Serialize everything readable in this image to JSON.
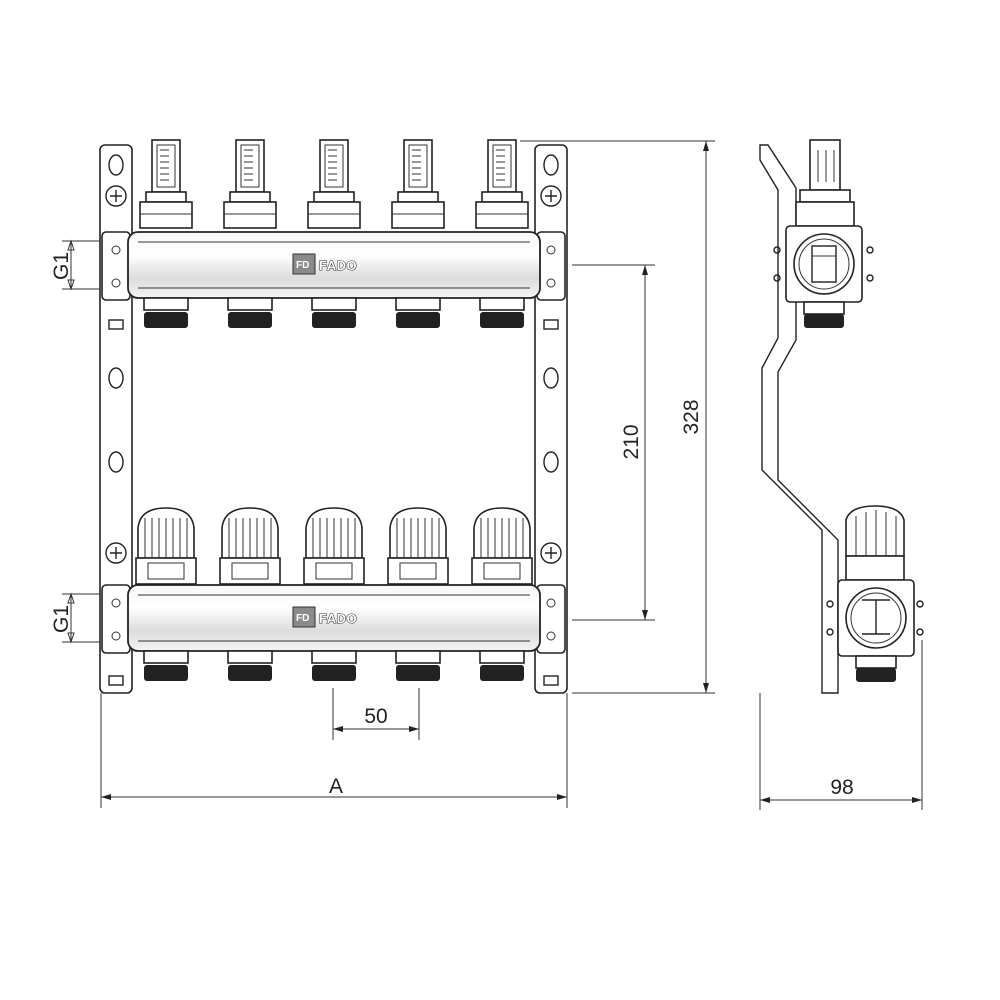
{
  "brand": {
    "name": "FADO",
    "logo_mark": "FD"
  },
  "dimensions": {
    "connection_top": "G1",
    "connection_bottom": "G1",
    "height_total": "328",
    "axis_distance": "210",
    "outlet_pitch": "50",
    "width": "A",
    "depth": "98"
  },
  "manifold": {
    "outlets": 5
  }
}
